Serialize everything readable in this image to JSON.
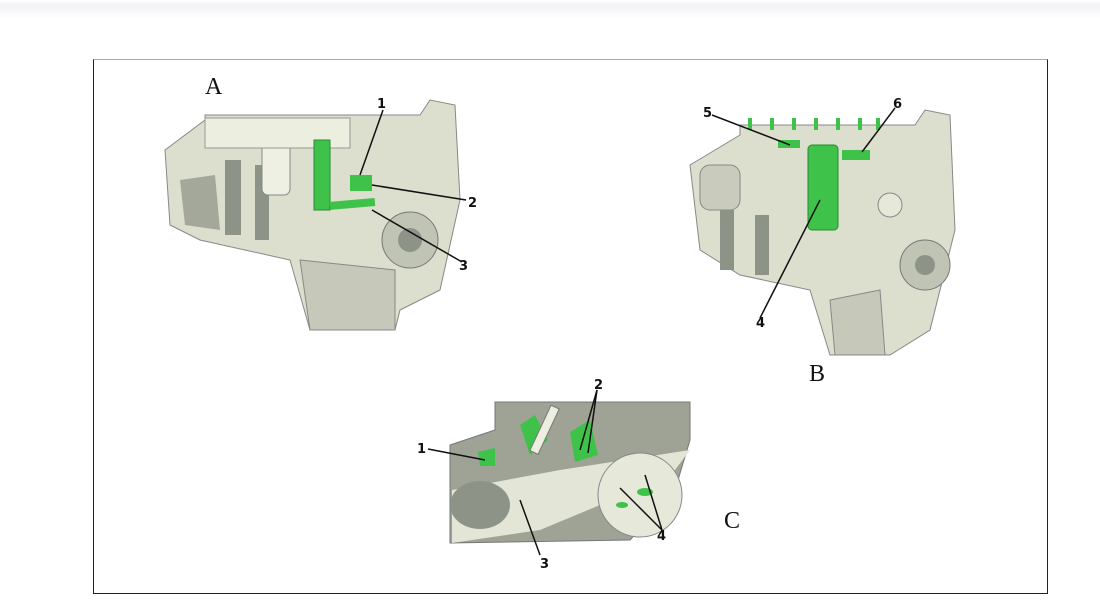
{
  "figure": {
    "panels": [
      {
        "label": "A",
        "callouts": [
          "1",
          "2",
          "3"
        ]
      },
      {
        "label": "B",
        "callouts": [
          "4",
          "5",
          "6"
        ]
      },
      {
        "label": "C",
        "callouts": [
          "1",
          "2",
          "3",
          "4"
        ]
      }
    ]
  },
  "colors": {
    "highlight": "#3fc24a",
    "casting": "#d9dccb",
    "shade": "#8e9388",
    "frame": "#222222"
  }
}
